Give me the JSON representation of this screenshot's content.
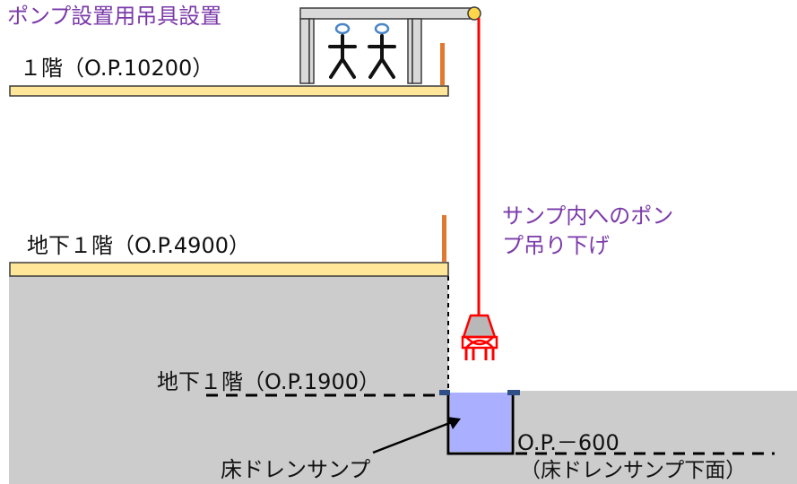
{
  "title": "ポンプ設置用吊具設置",
  "floor_1f_label": "１階（O.P.10200）",
  "floor_b1_label": "地下１階（O.P.4900）",
  "b1_floor_label": "地下１階（O.P.1900）",
  "pump_lowering_line1": "サンプ内へのポン",
  "pump_lowering_line2": "プ吊り下げ",
  "sump_label": "床ドレンサンプ",
  "sump_bottom_line1": "O.P.－600",
  "sump_bottom_line2": "（床ドレンサンプ下面）",
  "colors": {
    "ground": "#cccccc",
    "slab": "#ffe699",
    "slab_edge": "#3a3a3a",
    "frame": "#d9d9d9",
    "rope": "#ff0000",
    "sump_water": "#aab0ff",
    "handrail": "#e07a30",
    "accent_text": "#7a3aa8"
  }
}
